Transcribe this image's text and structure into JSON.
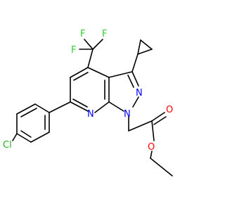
{
  "molecule": {
    "colors": {
      "bond": "#000000",
      "nitrogen": "#0000ff",
      "oxygen": "#ff0000",
      "fluorine": "#33cc33",
      "chlorine": "#1fb01f",
      "background": "#ffffff"
    },
    "labels": {
      "f_top_left": "F",
      "f_top_right": "F",
      "f_left": "F",
      "n_pyrazole_2": "N",
      "n_pyrazole_1": "N",
      "n_pyridine": "N",
      "o_carbonyl": "O",
      "o_ester": "O",
      "cl": "Cl"
    }
  }
}
